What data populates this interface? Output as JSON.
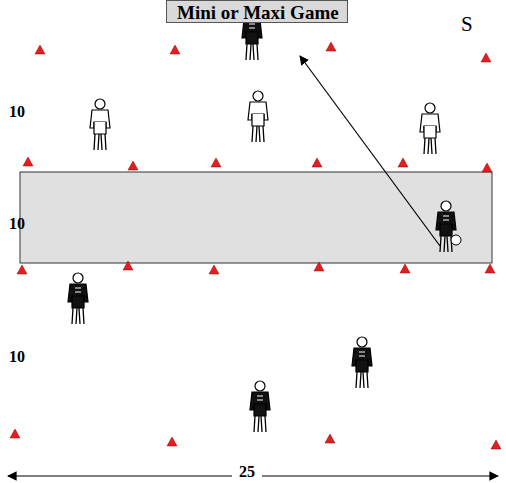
{
  "diagram": {
    "title": "Mini or Maxi Game",
    "labels": [
      "S",
      "10",
      "10",
      "10",
      "25"
    ]
  }
}
